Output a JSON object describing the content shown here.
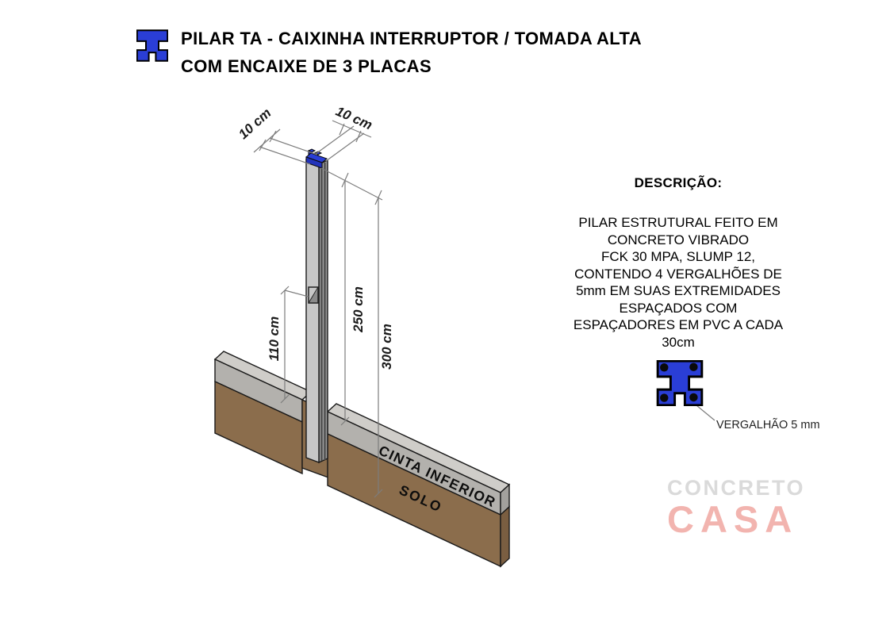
{
  "title": {
    "line1": "PILAR TA - CAIXINHA INTERRUPTOR / TOMADA ALTA",
    "line2": "COM ENCAIXE DE 3 PLACAS"
  },
  "description": {
    "heading": "DESCRIÇÃO:",
    "lines": [
      "PILAR ESTRUTURAL FEITO EM",
      "CONCRETO VIBRADO",
      "FCK 30 MPA, SLUMP 12,",
      "CONTENDO 4 VERGALHÕES DE",
      "5mm EM SUAS EXTREMIDADES",
      "ESPAÇADOS COM",
      "ESPAÇADORES EM PVC A CADA",
      "30cm"
    ]
  },
  "dimensions": {
    "width_left": "10 cm",
    "width_right": "10 cm",
    "box_height": "110 cm",
    "above_ground": "250 cm",
    "total_height": "300 cm"
  },
  "drawing_labels": {
    "beam": "CINTA INFERIOR",
    "ground": "SOLO",
    "rebar_callout": "VERGALHÃO 5 mm"
  },
  "watermark": {
    "line1": "CONCRETO",
    "line2": "CASA"
  },
  "icons": {
    "title_icon": "pillar-cross-section",
    "rebar_icon": "pillar-cross-section-with-rebar"
  },
  "colors": {
    "accent_blue": "#2a3ed6",
    "concrete_gray": "#b3b1ad",
    "concrete_top_gray": "#cfcdc9",
    "soil_brown": "#8b6d4c",
    "pillar_gray": "#c7c7c7",
    "watermark_gray": "#dadada",
    "watermark_red": "#f2b4af"
  }
}
